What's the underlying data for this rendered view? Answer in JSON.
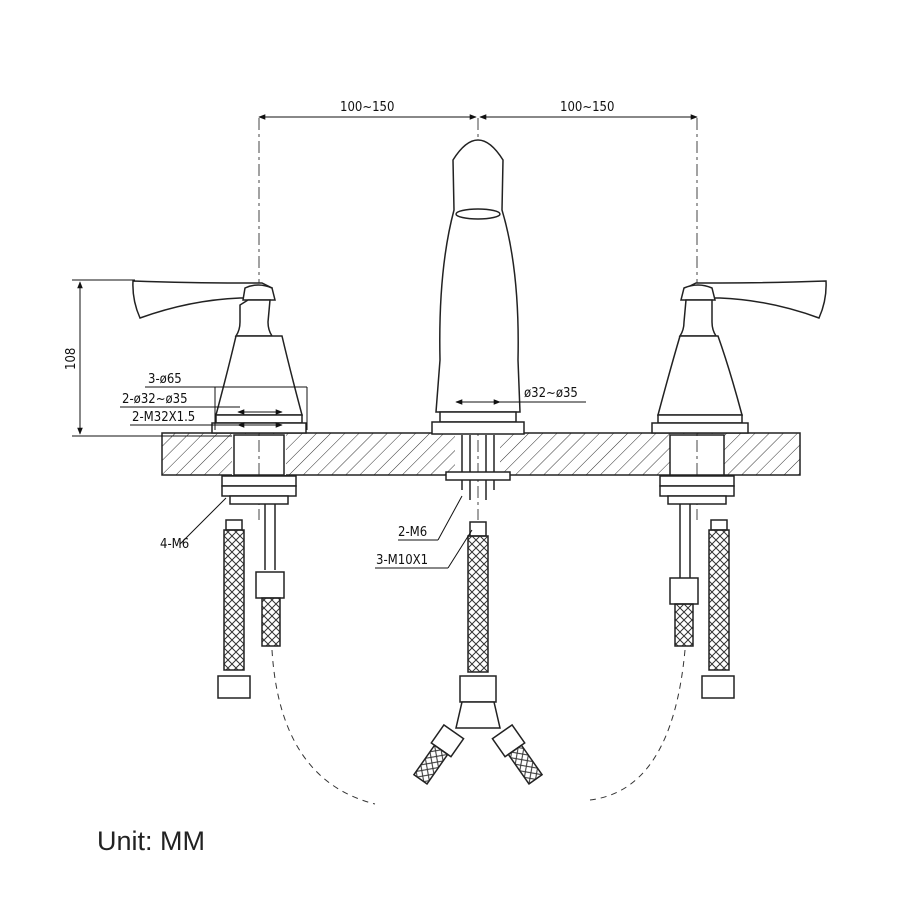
{
  "dimensions": {
    "spread_left": "100~150",
    "spread_right": "100~150",
    "height": "108",
    "holes": "3-ø65",
    "shank_dia": "2-ø32~ø35",
    "thread": "2-M32X1.5",
    "spout_dia": "ø32~ø35",
    "bolts_left": "4-M6",
    "bolts_spout": "2-M6",
    "hose_thread": "3-M10X1"
  },
  "footer": {
    "unit": "Unit: MM"
  }
}
